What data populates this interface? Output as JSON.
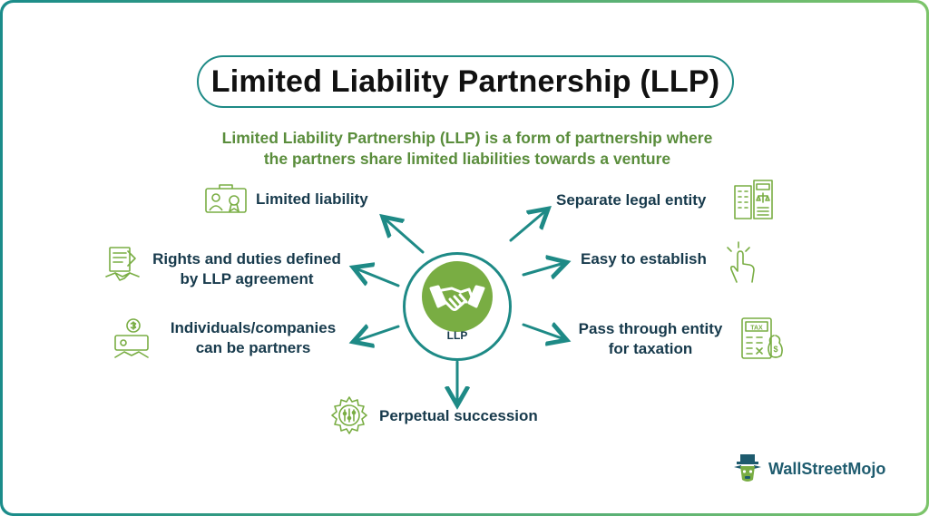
{
  "title": "Limited Liability Partnership (LLP)",
  "subtitle_line1": "Limited Liability Partnership (LLP) is a form of partnership where",
  "subtitle_line2": "the partners share limited liabilities towards a venture",
  "center_label": "LLP",
  "features": {
    "limited_liability": "Limited liability",
    "rights_line1": "Rights and duties defined",
    "rights_line2": "by LLP agreement",
    "individuals_line1": "Individuals/companies",
    "individuals_line2": "can be partners",
    "perpetual": "Perpetual succession",
    "separate_entity": "Separate legal entity",
    "easy_establish": "Easy to establish",
    "pass_line1": "Pass through entity",
    "pass_line2": "for taxation"
  },
  "tax_icon_text": "TAX",
  "brand": "WallStreetMojo",
  "colors": {
    "teal": "#1e8a86",
    "green": "#79ad43",
    "subtitle_green": "#5a8d3c",
    "label_navy": "#173a4c"
  }
}
